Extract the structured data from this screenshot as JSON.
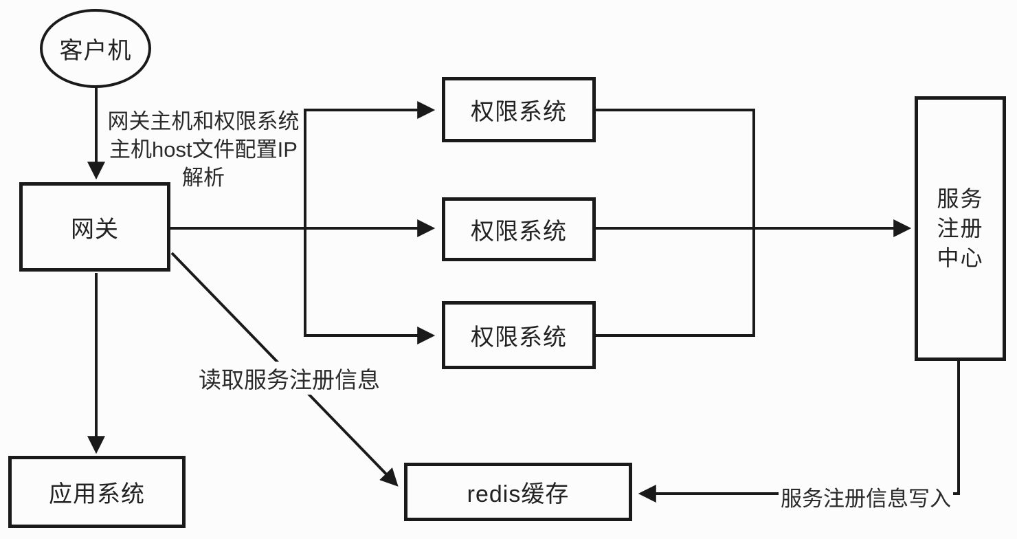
{
  "diagram": {
    "title": "service-registry-gateway-architecture",
    "colors": {
      "ink": "#1a1a1a",
      "background": "#fcfcfc"
    },
    "nodes": {
      "client": {
        "label": "客户机",
        "shape": "ellipse"
      },
      "gateway": {
        "label": "网关",
        "shape": "rect"
      },
      "app_system": {
        "label": "应用系统",
        "shape": "rect"
      },
      "perm_system_1": {
        "label": "权限系统",
        "shape": "rect"
      },
      "perm_system_2": {
        "label": "权限系统",
        "shape": "rect"
      },
      "perm_system_3": {
        "label": "权限系统",
        "shape": "rect"
      },
      "service_registry": {
        "label": "服务注册中心",
        "shape": "rect",
        "lines": [
          "服务",
          "注册",
          "中心"
        ]
      },
      "redis_cache": {
        "label": "redis缓存",
        "shape": "rect"
      }
    },
    "edge_labels": {
      "host_config": {
        "line1": "网关主机和权限系统",
        "line2": "主机host文件配置IP",
        "line3": "解析"
      },
      "read_registry": "读取服务注册信息",
      "write_registry": "服务注册信息写入"
    }
  }
}
